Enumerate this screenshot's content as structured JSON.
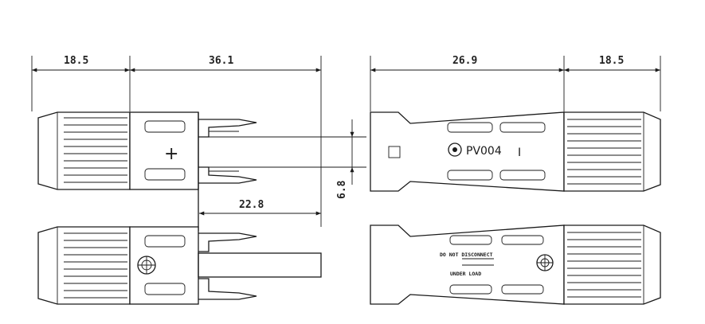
{
  "dimensions": {
    "left_nut": "18.5",
    "left_body": "36.1",
    "right_body": "26.9",
    "right_nut": "18.5",
    "pin_length": "22.8",
    "pin_diameter": "6.8"
  },
  "labels": {
    "polarity": "+",
    "model": "PV004",
    "model_mark": "I",
    "warning_line1": "DO NOT DISCONNECT",
    "warning_line2": "UNDER LOAD"
  },
  "icons": [
    "lock-symbol-icon",
    "logo-icon"
  ]
}
